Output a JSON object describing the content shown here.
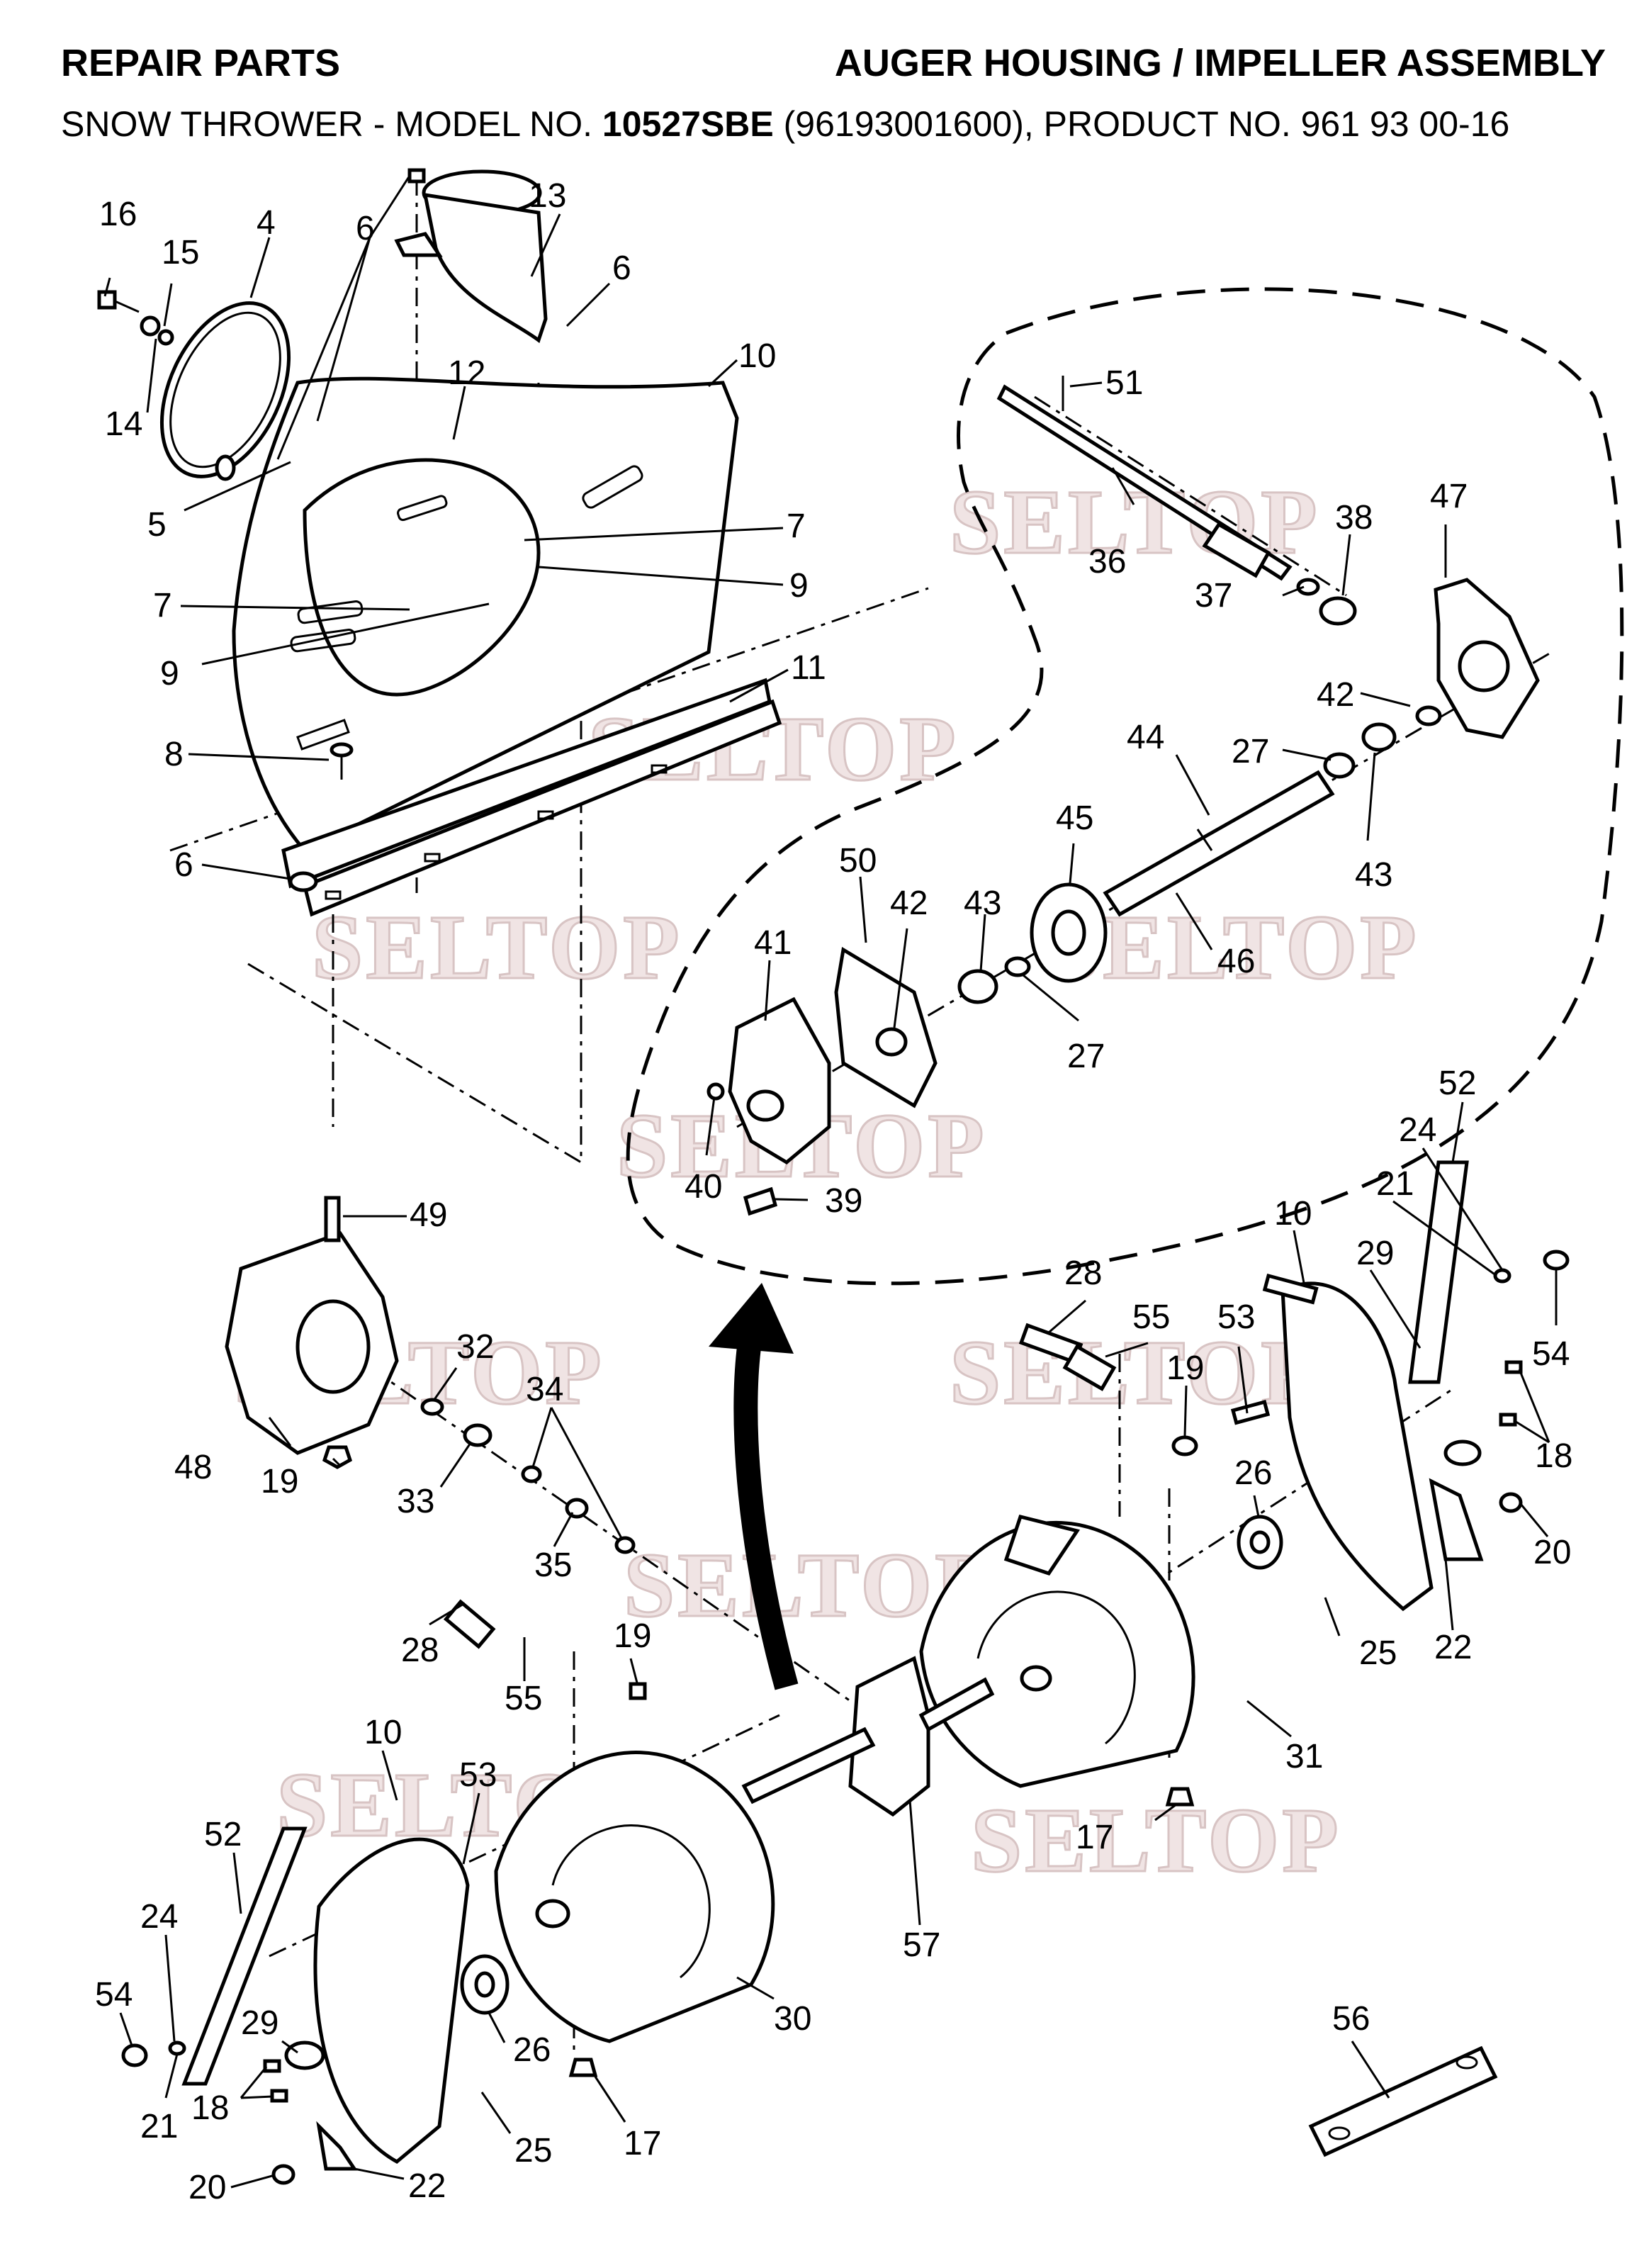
{
  "header": {
    "left_title": "REPAIR PARTS",
    "right_title": "AUGER HOUSING / IMPELLER ASSEMBLY",
    "line2_prefix": "SNOW THROWER - MODEL NO. ",
    "line2_model": "10527SBE",
    "line2_suffix": " (96193001600), PRODUCT NO. 961 93 00-16"
  },
  "watermark": "SELTOP",
  "callouts": [
    "16",
    "15",
    "4",
    "6",
    "13",
    "6",
    "14",
    "5",
    "12",
    "10",
    "7",
    "7",
    "9",
    "9",
    "8",
    "11",
    "6",
    "51",
    "36",
    "38",
    "37",
    "47",
    "42",
    "27",
    "44",
    "43",
    "45",
    "50",
    "42",
    "43",
    "41",
    "46",
    "27",
    "40",
    "39",
    "52",
    "24",
    "21",
    "10",
    "29",
    "54",
    "49",
    "28",
    "55",
    "53",
    "19",
    "18",
    "32",
    "34",
    "26",
    "20",
    "48",
    "19",
    "33",
    "35",
    "25",
    "22",
    "28",
    "19",
    "55",
    "31",
    "10",
    "53",
    "17",
    "52",
    "57",
    "24",
    "54",
    "29",
    "26",
    "30",
    "18",
    "25",
    "17",
    "21",
    "20",
    "22",
    "56"
  ]
}
